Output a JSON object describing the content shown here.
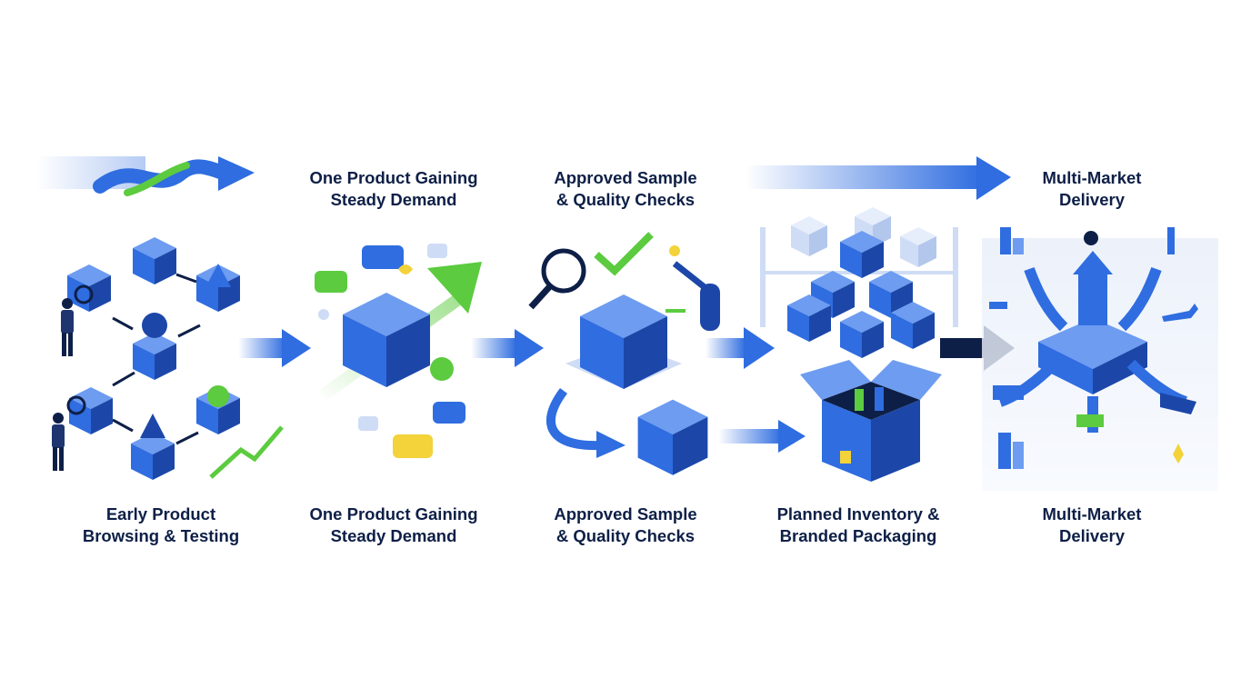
{
  "colors": {
    "primary_blue": "#2f6de0",
    "dark_navy": "#0e1f47",
    "light_blue": "#cfdcf5",
    "accent_green": "#5ccb3f",
    "accent_yellow": "#f3d23a"
  },
  "top_labels": [
    {
      "line1": "One Product Gaining",
      "line2": "Steady Demand"
    },
    {
      "line1": "Approved Sample",
      "line2": "& Quality Checks"
    },
    {
      "line1": "Multi-Market",
      "line2": "Delivery"
    }
  ],
  "stages": [
    {
      "line1": "Early Product",
      "line2": "Browsing & Testing",
      "icon": "product-browsing-illustration"
    },
    {
      "line1": "One Product Gaining",
      "line2": "Steady Demand",
      "icon": "growing-demand-illustration"
    },
    {
      "line1": "Approved Sample",
      "line2": "& Quality Checks",
      "icon": "quality-check-illustration"
    },
    {
      "line1": "Planned Inventory &",
      "line2": "Branded Packaging",
      "icon": "inventory-packaging-illustration"
    },
    {
      "line1": "Multi-Market",
      "line2": "Delivery",
      "icon": "global-delivery-illustration"
    }
  ]
}
